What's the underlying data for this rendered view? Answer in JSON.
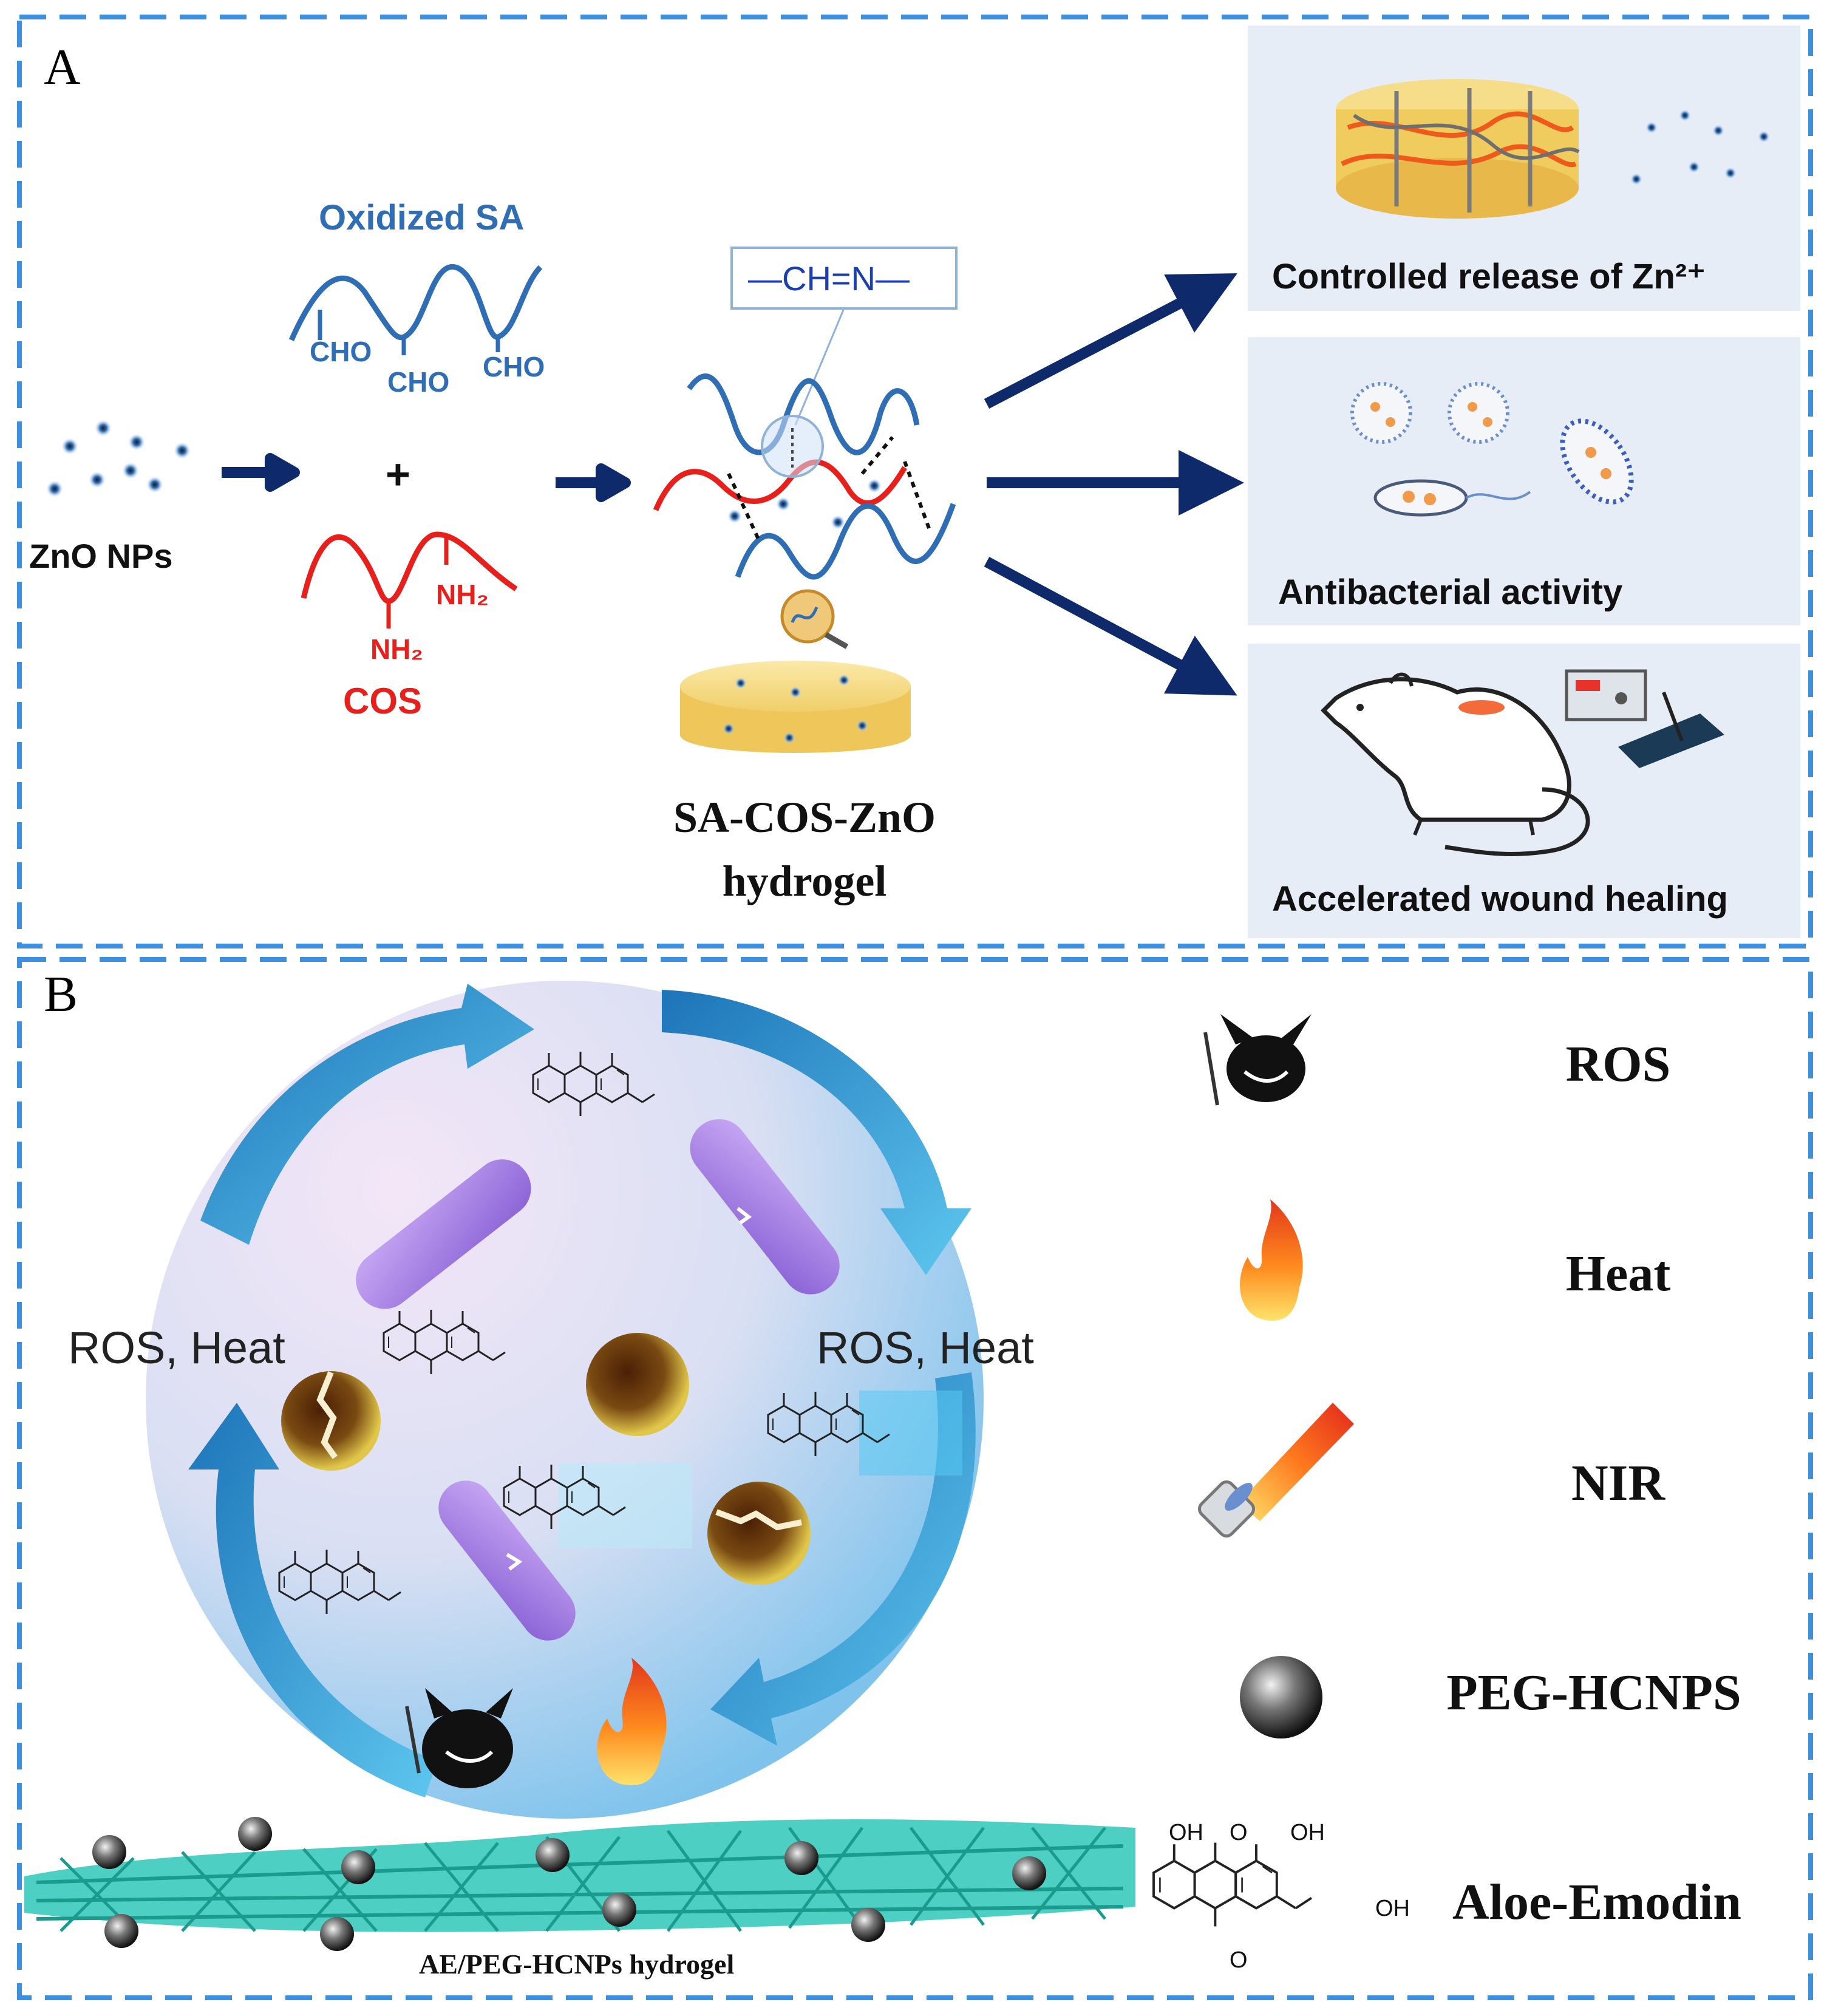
{
  "panel_a": {
    "letter": "A",
    "zno_label": "ZnO NPs",
    "oxidized_sa_label": "Oxidized SA",
    "cho_labels": [
      "CHO",
      "CHO",
      "CHO"
    ],
    "plus": "+",
    "nh2_labels": [
      "NH₂",
      "NH₂"
    ],
    "cos_label": "COS",
    "bond_label": "—CH=N—",
    "product_line1": "SA-COS-ZnO",
    "product_line2": "hydrogel",
    "outcomes": [
      "Controlled release of Zn²⁺",
      "Antibacterial activity",
      "Accelerated wound healing"
    ]
  },
  "panel_b": {
    "letter": "B",
    "left_cycle_label": "ROS, Heat",
    "right_cycle_label": "ROS, Heat",
    "oh_label": "OH",
    "o_label": "O",
    "hydrogel_caption": "AE/PEG-HCNPs hydrogel",
    "legend": [
      {
        "label": "ROS",
        "icon": "devil-icon"
      },
      {
        "label": "Heat",
        "icon": "flame-icon"
      },
      {
        "label": "NIR",
        "icon": "laser-icon"
      },
      {
        "label": "PEG-HCNPS",
        "icon": "nanoparticle-icon"
      },
      {
        "label": "Aloe-Emodin",
        "icon": "aloe-emodin-structure"
      }
    ]
  },
  "colors": {
    "dashed_border": "#3d8fe0",
    "sa_blue": "#2f6db5",
    "cos_red": "#e8201c",
    "arrow_navy": "#0f2a6b",
    "outcome_bg": "#e6edf7",
    "cycle_arrow": "#2fa3d8",
    "network_teal": "#2ec7b8",
    "bacteria_purple": "#a77fe0",
    "cell_brown": "#5a2d0a"
  }
}
